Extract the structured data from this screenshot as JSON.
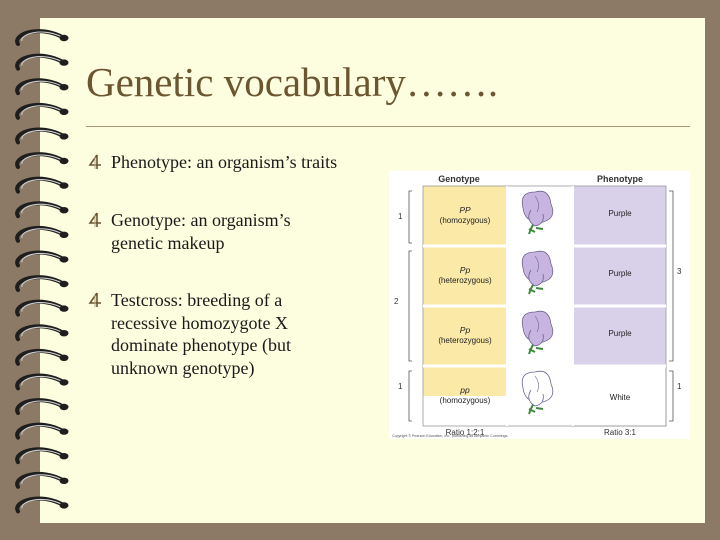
{
  "slide": {
    "title": "Genetic vocabulary…….",
    "bullets": [
      {
        "lines": [
          "Phenotype:  an organism’s traits"
        ]
      },
      {
        "lines": [
          "Genotype:  an organism’s",
          "genetic makeup"
        ]
      },
      {
        "lines": [
          "Testcross:  breeding of a",
          "recessive homozygote X",
          "dominate phenotype (but",
          "unknown genotype)"
        ]
      }
    ]
  },
  "figure": {
    "genotype_header": "Genotype",
    "phenotype_header": "Phenotype",
    "rows": [
      {
        "genotype": "PP",
        "zygosity": "(homozygous)",
        "phenotype": "Purple",
        "flower_color": "#c8b4e0"
      },
      {
        "genotype": "Pp",
        "zygosity": "(heterozygous)",
        "phenotype": "Purple",
        "flower_color": "#c8b4e0"
      },
      {
        "genotype": "Pp",
        "zygosity": "(heterozygous)",
        "phenotype": "Purple",
        "flower_color": "#c8b4e0"
      },
      {
        "genotype": "pp",
        "zygosity": "(homozygous)",
        "phenotype": "White",
        "flower_color": "#ffffff"
      }
    ],
    "left_counts": [
      "1",
      "2",
      "1"
    ],
    "right_counts": [
      "3",
      "1"
    ],
    "genotype_ratio": "Ratio 1:2:1",
    "phenotype_ratio": "Ratio 3:1",
    "copyright": "Copyright © Pearson Education, Inc., publishing as Benjamin Cummings.",
    "colors": {
      "genotype_box": "#fbe9a8",
      "phenotype_purple": "#d9d0ea",
      "phenotype_white": "#ffffff"
    }
  }
}
